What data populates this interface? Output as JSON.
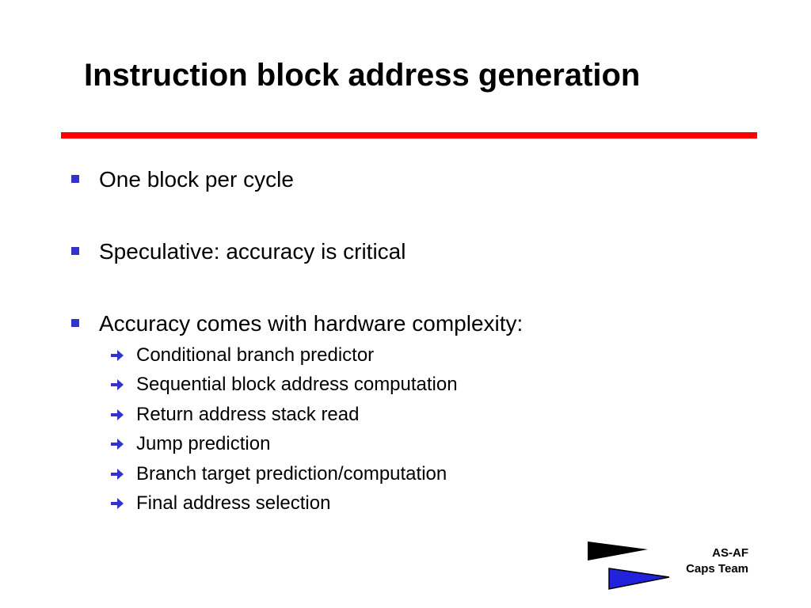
{
  "slide": {
    "title": "Instruction block address generation",
    "rule_color": "#ff0000",
    "bullet_color": "#3333cc",
    "bullets": [
      {
        "text": "One block per cycle",
        "icon": "square-bullet-icon"
      },
      {
        "text": "Speculative: accuracy is critical",
        "icon": "square-bullet-icon"
      },
      {
        "text": "Accuracy comes with  hardware complexity:",
        "icon": "square-bullet-icon"
      }
    ],
    "sub_bullets": [
      {
        "text": "Conditional branch predictor",
        "icon": "arrow-right-icon"
      },
      {
        "text": "Sequential block address computation",
        "icon": "arrow-right-icon"
      },
      {
        "text": "Return address stack read",
        "icon": "arrow-right-icon"
      },
      {
        "text": "Jump prediction",
        "icon": "arrow-right-icon"
      },
      {
        "text": "Branch target prediction/computation",
        "icon": "arrow-right-icon"
      },
      {
        "text": "Final address selection",
        "icon": "arrow-right-icon"
      }
    ],
    "footer": {
      "line1": "AS-AF",
      "line2": "Caps Team",
      "logo_icon": "pennant-flags-logo",
      "logo_colors": [
        "#000000",
        "#2222dd"
      ]
    }
  }
}
